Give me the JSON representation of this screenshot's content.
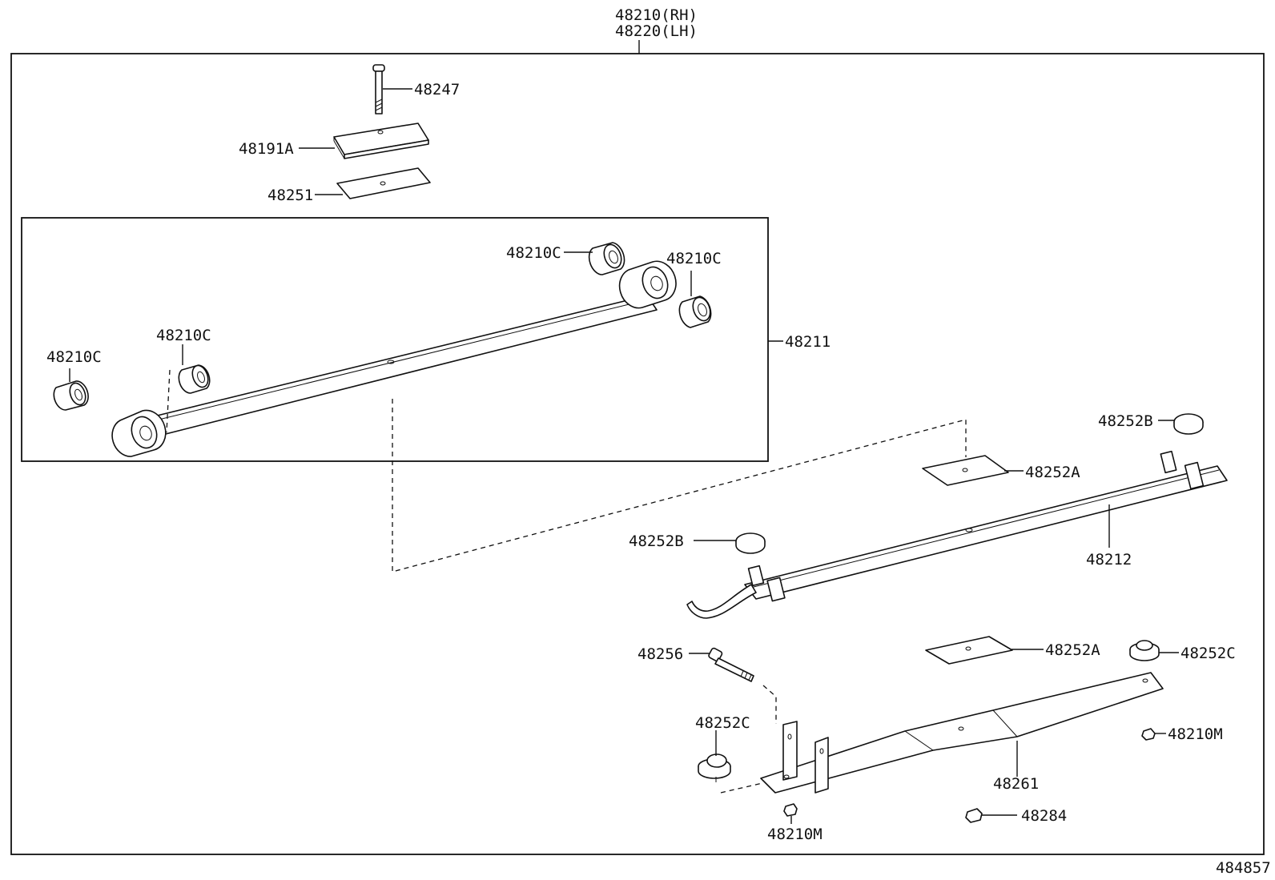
{
  "header": {
    "rh_label": "48210(RH)",
    "lh_label": "48220(LH)"
  },
  "footer": {
    "illustration_number": "484857"
  },
  "callouts": {
    "bolt": "48247",
    "top_plate": "48191A",
    "top_pad": "48251",
    "bushing_top_mid": "48210C",
    "bushing_top_right": "48210C",
    "bushing_left_mid": "48210C",
    "bushing_left_outer": "48210C",
    "main_leaf": "48211",
    "pad_b_top": "48252B",
    "pad_a_upper": "48252A",
    "leaf_2": "48212",
    "pad_b_mid": "48252B",
    "bolt_lower": "48256",
    "pad_a_lower": "48252A",
    "pad_c_right": "48252C",
    "pad_c_left": "48252C",
    "nut_right": "48210M",
    "leaf_3": "48261",
    "nut_bottom": "48210M",
    "clip_nut": "48284"
  }
}
